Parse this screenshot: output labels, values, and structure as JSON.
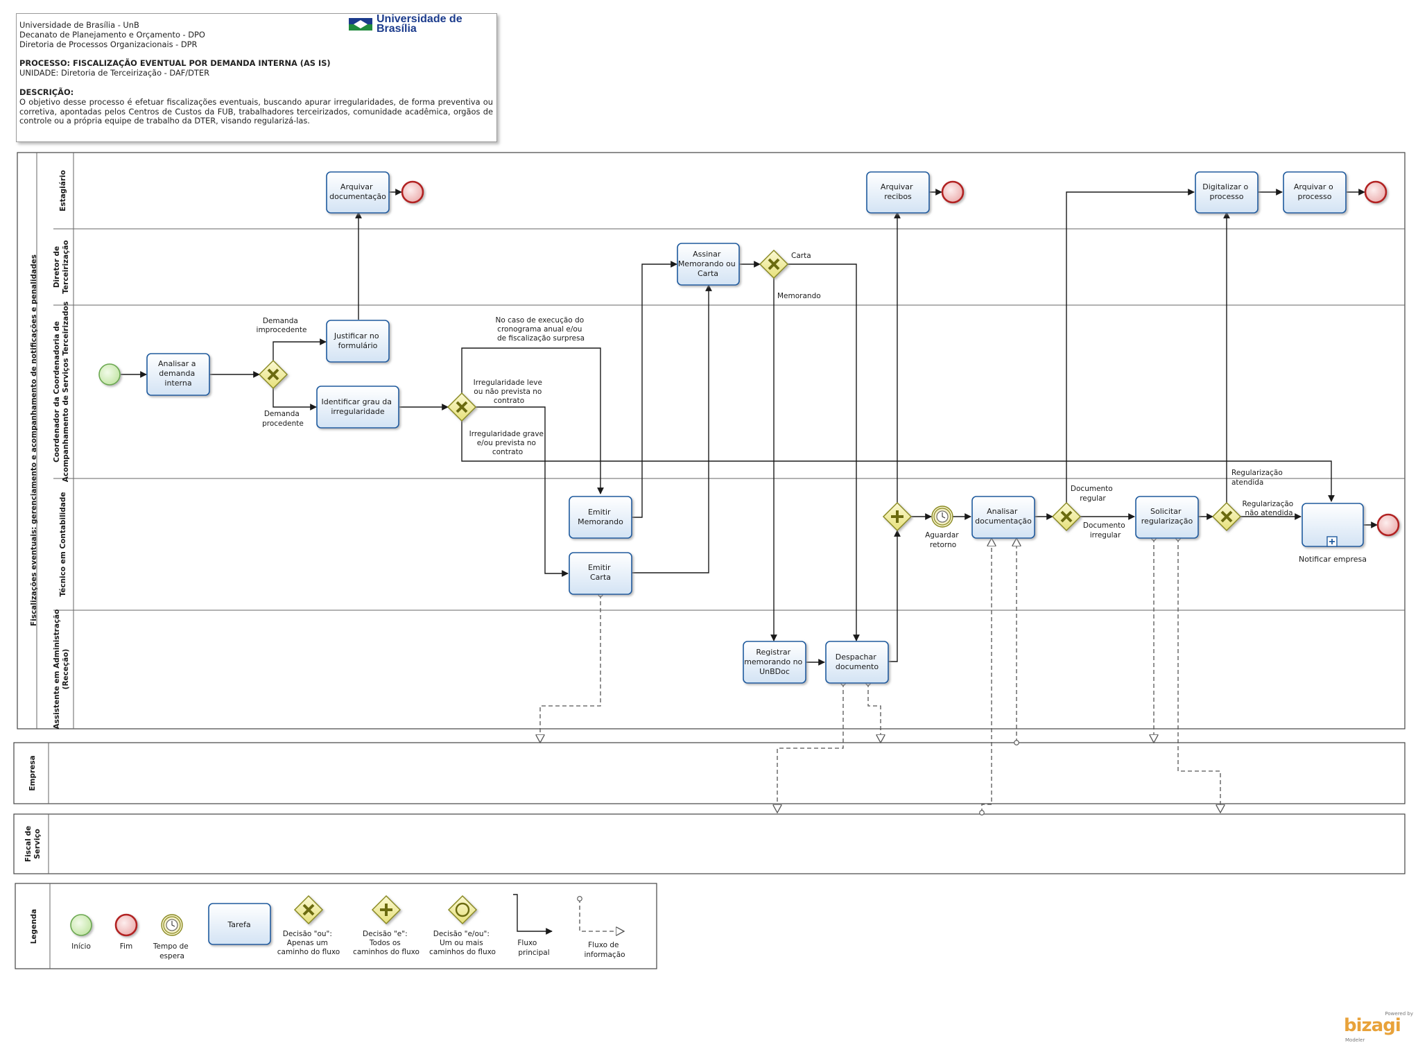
{
  "header": {
    "org_line1": "Universidade de Brasília - UnB",
    "org_line2": "Decanato de Planejamento e Orçamento - DPO",
    "org_line3": "Diretoria de Processos Organizacionais - DPR",
    "process_title": "PROCESSO: FISCALIZAÇÃO EVENTUAL POR DEMANDA INTERNA (AS IS)",
    "unit": "UNIDADE: Diretoria de Terceirização - DAF/DTER",
    "description_label": "DESCRIÇÃO:",
    "description_text": "O objetivo desse processo é efetuar fiscalizações eventuais, buscando apurar irregularidades, de forma preventiva ou corretiva, apontadas pelos Centros de Custos da FUB, trabalhadores terceirizados, comunidade acadêmica, orgãos de controle ou a própria equipe de trabalho da DTER, visando regularizá-las.",
    "logo_text": "Universidade de Brasília"
  },
  "pool_title": "Fiscalizações eventuais: gerenciamento e acompanhamento de notificações e penalidades",
  "lanes": {
    "estagiario": "Estagiário",
    "diretor_1": "Diretor de",
    "diretor_2": "Terceirização",
    "coord_1": "Coordenador da Coordenadoria de",
    "coord_2": "Acompanhamento de Serviços Terceirizados",
    "tecnico": "Técnico em Contabilidade",
    "assistente_1": "Assistente em Administração",
    "assistente_2": "(Receção)"
  },
  "pools": {
    "empresa": "Empresa",
    "fiscal_1": "Fiscal de",
    "fiscal_2": "Serviço",
    "legenda": "Legenda"
  },
  "tasks": {
    "arquivar_doc": [
      "Arquivar",
      "documentação"
    ],
    "arquivar_recibos": [
      "Arquivar",
      "recibos"
    ],
    "digitalizar": [
      "Digitalizar o",
      "processo"
    ],
    "arquivar_processo": [
      "Arquivar o",
      "processo"
    ],
    "assinar": [
      "Assinar",
      "Memorando ou",
      "Carta"
    ],
    "analisar_demanda": [
      "Analisar a",
      "demanda",
      "interna"
    ],
    "justificar": [
      "Justificar no",
      "formulário"
    ],
    "identificar": [
      "Identificar grau da",
      "irregularidade"
    ],
    "emitir_memorando": [
      "Emitir",
      "Memorando"
    ],
    "emitir_carta": [
      "Emitir",
      "Carta"
    ],
    "analisar_doc": [
      "Analisar",
      "documentação"
    ],
    "solicitar": [
      "Solicitar",
      "regularização"
    ],
    "registrar": [
      "Registrar",
      "memorando no",
      "UnBDoc"
    ],
    "despachar": [
      "Despachar",
      "documento"
    ],
    "notificar": "Notificar empresa"
  },
  "flow_labels": {
    "carta": "Carta",
    "memorando": "Memorando",
    "demanda_improcedente": [
      "Demanda",
      "improcedente"
    ],
    "demanda_procedente": [
      "Demanda",
      "procedente"
    ],
    "no_caso": [
      "No caso de execução do",
      "cronograma anual e/ou",
      "de fiscalização surpresa"
    ],
    "irreg_leve": [
      "Irregularidade leve",
      "ou não prevista no",
      "contrato"
    ],
    "irreg_grave": [
      "Irregularidade grave",
      "e/ou prevista no",
      "contrato"
    ],
    "aguardar": [
      "Aguardar",
      "retorno"
    ],
    "doc_regular": [
      "Documento",
      "regular"
    ],
    "doc_irregular": [
      "Documento",
      "irregular"
    ],
    "reg_atendida": [
      "Regularização",
      "atendida"
    ],
    "reg_nao_atendida": [
      "Regularização",
      "não atendida"
    ]
  },
  "legend": {
    "inicio": "Início",
    "fim": "Fim",
    "tempo": [
      "Tempo de",
      "espera"
    ],
    "tarefa": "Tarefa",
    "decisao_ou": [
      "Decisão \"ou\":",
      "Apenas um",
      "caminho do fluxo"
    ],
    "decisao_e": [
      "Decisão \"e\":",
      "Todos os",
      "caminhos do fluxo"
    ],
    "decisao_eou": [
      "Decisão \"e/ou\":",
      "Um ou mais",
      "caminhos do fluxo"
    ],
    "fluxo_principal": [
      "Fluxo",
      "principal"
    ],
    "fluxo_info": [
      "Fluxo de",
      "informação"
    ]
  },
  "watermark": {
    "powered": "Powered by",
    "brand": "bizagi",
    "product": "Modeler"
  },
  "colors": {
    "task_stroke": "#1e5a9e",
    "task_fill_top": "#ffffff",
    "task_fill_bottom": "#d3e3f4",
    "start_fill": "#d7f0c2",
    "start_stroke": "#6aa84f",
    "end_fill": "#f6d1d1",
    "end_stroke": "#b22222",
    "gateway_fill": "#f4f0a6",
    "gateway_stroke": "#8a8a22",
    "logo_blue": "#1b3b8c",
    "logo_green": "#1f8a3e",
    "brand_orange": "#e8a23a"
  }
}
